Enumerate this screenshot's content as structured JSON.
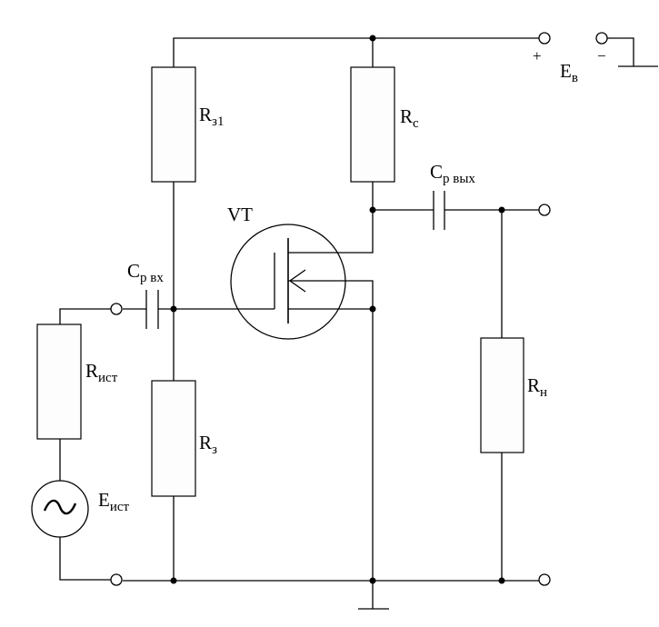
{
  "labels": {
    "r_gate_top": {
      "main": "R",
      "sub": "з1"
    },
    "r_drain": {
      "main": "R",
      "sub": "с"
    },
    "c_out": {
      "main": "C",
      "sub": "р вых"
    },
    "transistor": "VT",
    "c_in": {
      "main": "C",
      "sub": "р вх"
    },
    "r_source": {
      "main": "R",
      "sub": "ист"
    },
    "r_gate_bottom": {
      "main": "R",
      "sub": "з"
    },
    "r_load": {
      "main": "R",
      "sub": "н"
    },
    "e_source": {
      "main": "E",
      "sub": "ист"
    },
    "e_supply": {
      "main": "E",
      "sub": "в"
    },
    "plus": "+",
    "minus": "−",
    "ac_symbol": "~"
  },
  "components": [
    {
      "id": "Rз1",
      "kind": "resistor"
    },
    {
      "id": "Rс",
      "kind": "resistor"
    },
    {
      "id": "Cр вых",
      "kind": "capacitor"
    },
    {
      "id": "VT",
      "kind": "mosfet"
    },
    {
      "id": "Cр вх",
      "kind": "capacitor"
    },
    {
      "id": "Rист",
      "kind": "resistor"
    },
    {
      "id": "Rз",
      "kind": "resistor"
    },
    {
      "id": "Rн",
      "kind": "resistor"
    },
    {
      "id": "Eист",
      "kind": "ac-source"
    },
    {
      "id": "Eв",
      "kind": "dc-supply-terminals"
    }
  ],
  "colors": {
    "line": "#000000",
    "background": "#ffffff"
  }
}
